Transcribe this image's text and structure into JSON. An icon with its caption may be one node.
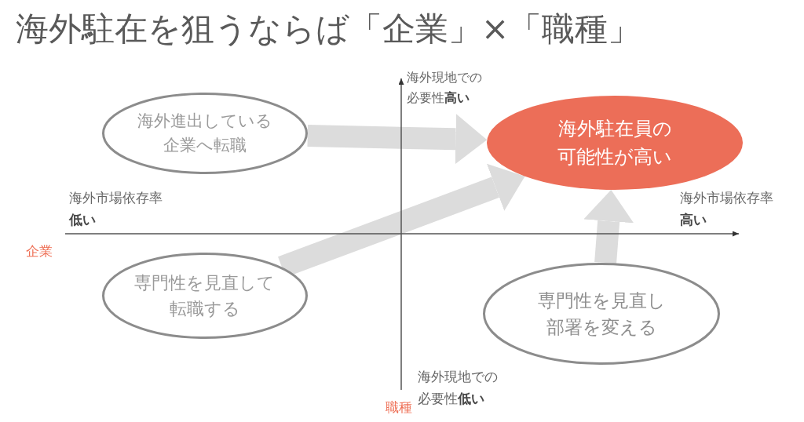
{
  "diagram": {
    "title": "海外駐在を狙うならば「企業」×「職種」",
    "nodes": [
      {
        "text": [
          "海外進出している企業へ転職"
        ]
      },
      {
        "text": [
          "海外駐在員の可能性が高い"
        ]
      },
      {
        "text": [
          "専門性を見直して転職する"
        ]
      },
      {
        "text": [
          "専門性を見直し部署を変える"
        ]
      }
    ],
    "edges": [
      {
        "from": 0,
        "to": 1,
        "arrow": "to"
      },
      {
        "from": 2,
        "to": 1,
        "arrow": "to"
      },
      {
        "from": 3,
        "to": 1,
        "arrow": "to"
      }
    ],
    "labels": [
      "海外現地での必要性**高い**",
      "海外市場依存率**低い**",
      "海外市場依存率**高い**",
      "企業",
      "海外現地での必要性**低い**",
      "職種"
    ]
  }
}
